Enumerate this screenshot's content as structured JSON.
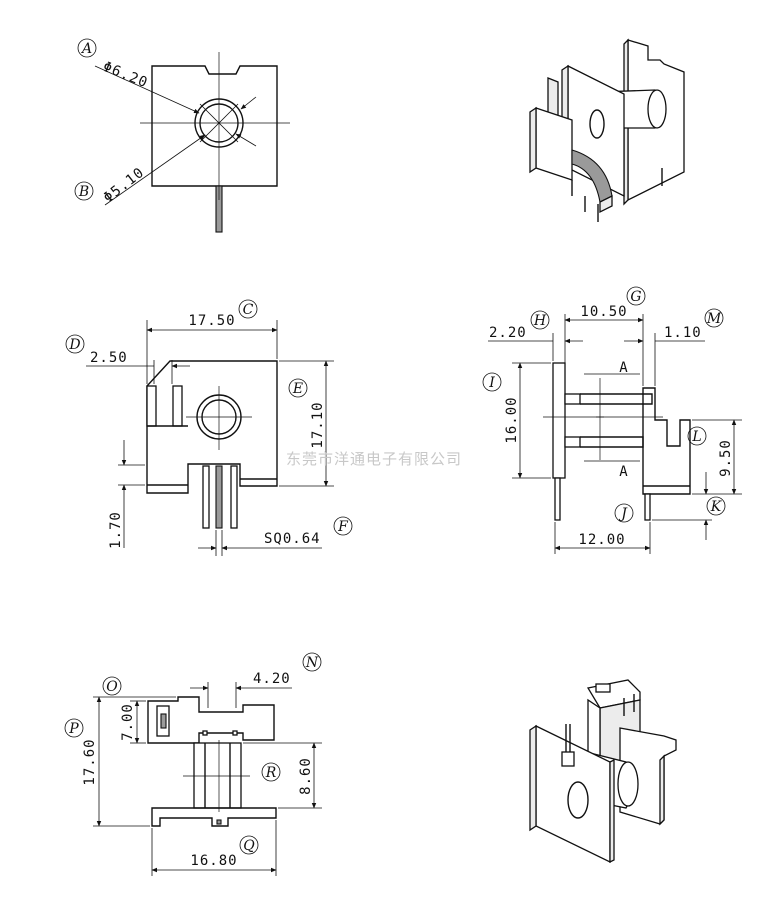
{
  "watermark": "东莞市洋通电子有限公司",
  "callouts": {
    "A": "A",
    "B": "B",
    "C": "C",
    "D": "D",
    "E": "E",
    "F": "F",
    "G": "G",
    "H": "H",
    "I": "I",
    "J": "J",
    "K": "K",
    "L": "L",
    "M": "M",
    "N": "N",
    "O": "O",
    "P": "P",
    "Q": "Q",
    "R": "R"
  },
  "dimensions": {
    "A": "Φ6.20",
    "B": "Φ5.10",
    "C": "17.50",
    "D": "2.50",
    "E": "17.10",
    "F": "SQ0.64",
    "G": "10.50",
    "H": "2.20",
    "I": "16.00",
    "J": "12.00",
    "K": "1.70",
    "L": "9.50",
    "M": "1.10",
    "N": "4.20",
    "O": "7.00",
    "P": "17.60",
    "Q": "16.80",
    "R": "8.60"
  },
  "section_marks": [
    "A",
    "A"
  ]
}
